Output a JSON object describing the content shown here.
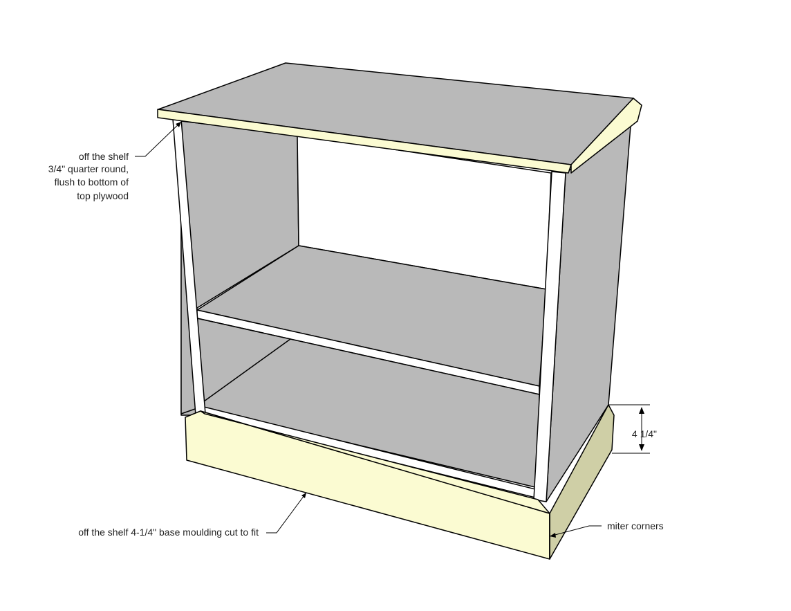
{
  "annotations": {
    "quarter_round": {
      "line1": "off the shelf",
      "line2": "3/4\" quarter round,",
      "line3": "flush to bottom of",
      "line4": "top plywood"
    },
    "base_moulding": "off the shelf 4-1/4\" base moulding cut to fit",
    "miter": "miter corners",
    "dimension": "4 1/4\""
  },
  "colors": {
    "panel": "#b9b9b9",
    "moulding": "#fbfbd2",
    "moulding_side": "#cfcfa6",
    "edge": "#ffffff",
    "outline": "#000000"
  }
}
